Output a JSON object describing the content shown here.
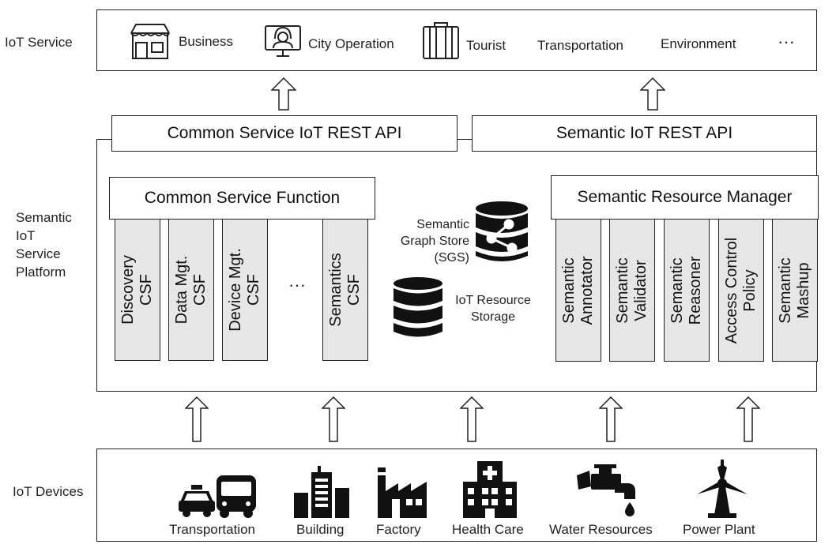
{
  "layers": {
    "service": "IoT Service",
    "platform": [
      "Semantic",
      "IoT",
      "Service",
      "Platform"
    ],
    "devices": "IoT Devices"
  },
  "services": {
    "business": "Business",
    "city_operation": "City Operation",
    "tourist": "Tourist",
    "transportation": "Transportation",
    "environment": "Environment",
    "more": "···"
  },
  "apis": {
    "common": "Common Service IoT REST API",
    "semantic": "Semantic IoT REST API"
  },
  "csf": {
    "header": "Common Service Function",
    "columns": [
      {
        "line1": "Discovery",
        "line2": "CSF"
      },
      {
        "line1": "Data Mgt.",
        "line2": "CSF"
      },
      {
        "line1": "Device Mgt.",
        "line2": "CSF"
      },
      {
        "line1": "Semantics",
        "line2": "CSF"
      }
    ],
    "ellipsis": "···"
  },
  "storage": {
    "sgs": [
      "Semantic",
      "Graph Store",
      "(SGS)"
    ],
    "resource": [
      "IoT Resource",
      "Storage"
    ]
  },
  "srm": {
    "header": "Semantic Resource Manager",
    "columns": [
      {
        "line1": "Semantic",
        "line2": "Annotator"
      },
      {
        "line1": "Semantic",
        "line2": "Validator"
      },
      {
        "line1": "Semantic",
        "line2": "Reasoner"
      },
      {
        "line1": "Access Control",
        "line2": "Policy"
      },
      {
        "line1": "Semantic",
        "line2": "Mashup"
      }
    ]
  },
  "devices": {
    "transportation": "Transportation",
    "building": "Building",
    "factory": "Factory",
    "health_care": "Health Care",
    "water_resources": "Water Resources",
    "power_plant": "Power Plant"
  },
  "icons": [
    "store-icon",
    "support-agent-icon",
    "luggage-icon",
    "database-graph-icon",
    "database-icon",
    "taxi-icon",
    "bus-icon",
    "building-icon",
    "factory-icon",
    "hospital-icon",
    "faucet-icon",
    "wind-turbine-icon"
  ]
}
